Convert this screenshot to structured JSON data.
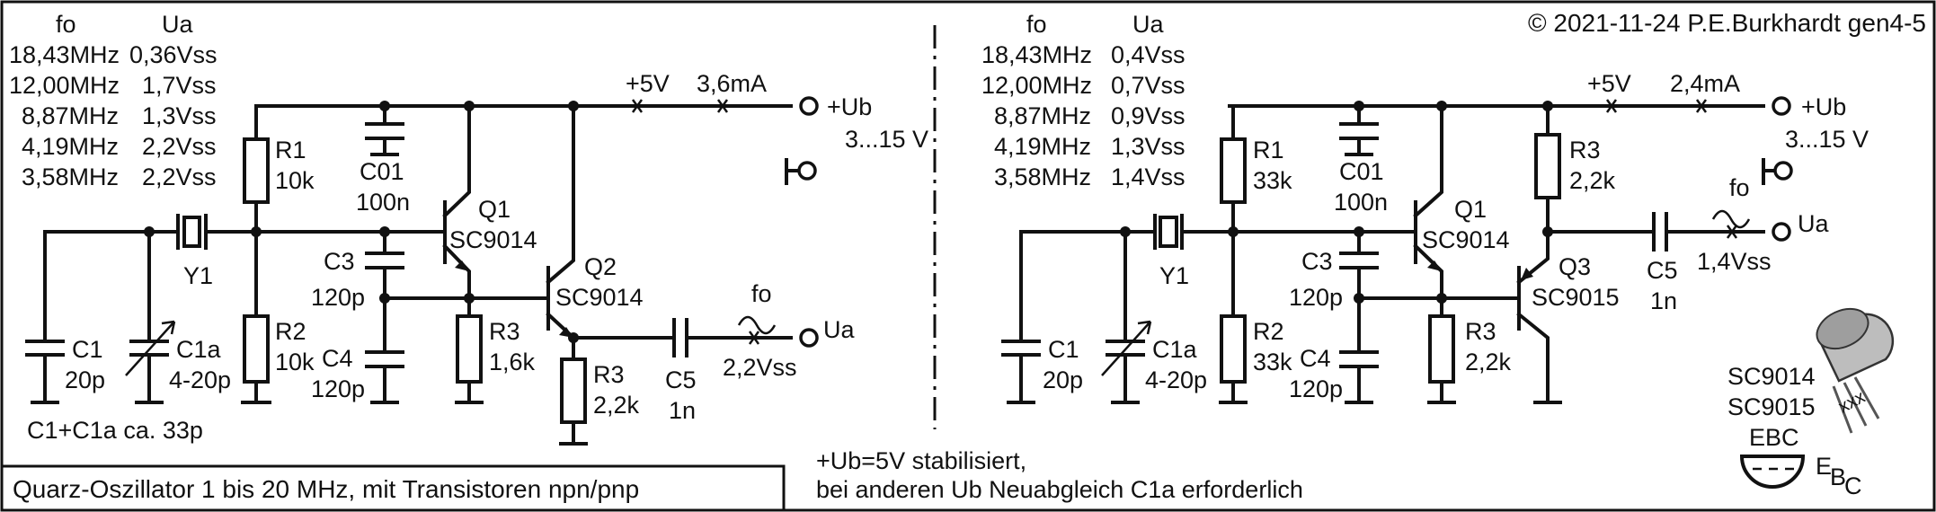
{
  "copyright": "© 2021-11-24 P.E.Burkhardt gen4-5",
  "title_box": "Quarz-Oszillator 1 bis 20 MHz, mit Transistoren npn/pnp",
  "note": {
    "line1": "+Ub=5V stabilisiert,",
    "line2": "bei anderen Ub Neuabgleich C1a erforderlich"
  },
  "left": {
    "table_head": {
      "fo": "fo",
      "ua": "Ua"
    },
    "table": [
      {
        "fo": "18,43MHz",
        "ua": "0,36Vss"
      },
      {
        "fo": "12,00MHz",
        "ua": "1,7Vss"
      },
      {
        "fo": "8,87MHz",
        "ua": "1,3Vss"
      },
      {
        "fo": "4,19MHz",
        "ua": "2,2Vss"
      },
      {
        "fo": "3,58MHz",
        "ua": "2,2Vss"
      }
    ],
    "supply_v": "+5V",
    "supply_i": "3,6mA",
    "ub": "+Ub",
    "ub_range": "3...15 V",
    "r1": {
      "name": "R1",
      "value": "10k"
    },
    "c01": {
      "name": "C01",
      "value": "100n"
    },
    "q1": {
      "name": "Q1",
      "type": "SC9014"
    },
    "q2": {
      "name": "Q2",
      "type": "SC9014"
    },
    "y1": "Y1",
    "c3": {
      "name": "C3",
      "value": "120p"
    },
    "c4": {
      "name": "C4",
      "value": "120p"
    },
    "r2": {
      "name": "R2",
      "value": "10k"
    },
    "r3": {
      "name": "R3",
      "value": "1,6k"
    },
    "r3b": {
      "name": "R3",
      "value": "2,2k"
    },
    "c1": {
      "name": "C1",
      "value": "20p"
    },
    "c1a": {
      "name": "C1a",
      "value": "4-20p"
    },
    "c5": {
      "name": "C5",
      "value": "1n"
    },
    "fo": "fo",
    "ua": "Ua",
    "out_v": "2,2Vss",
    "c1_note": "C1+C1a ca. 33p"
  },
  "right": {
    "table_head": {
      "fo": "fo",
      "ua": "Ua"
    },
    "table": [
      {
        "fo": "18,43MHz",
        "ua": "0,4Vss"
      },
      {
        "fo": "12,00MHz",
        "ua": "0,7Vss"
      },
      {
        "fo": "8,87MHz",
        "ua": "0,9Vss"
      },
      {
        "fo": "4,19MHz",
        "ua": "1,3Vss"
      },
      {
        "fo": "3,58MHz",
        "ua": "1,4Vss"
      }
    ],
    "supply_v": "+5V",
    "supply_i": "2,4mA",
    "ub": "+Ub",
    "ub_range": "3...15 V",
    "r1": {
      "name": "R1",
      "value": "33k"
    },
    "c01": {
      "name": "C01",
      "value": "100n"
    },
    "q1": {
      "name": "Q1",
      "type": "SC9014"
    },
    "q3": {
      "name": "Q3",
      "type": "SC9015"
    },
    "r3top": {
      "name": "R3",
      "value": "2,2k"
    },
    "y1": "Y1",
    "c3": {
      "name": "C3",
      "value": "120p"
    },
    "c4": {
      "name": "C4",
      "value": "120p"
    },
    "r2": {
      "name": "R2",
      "value": "33k"
    },
    "r3": {
      "name": "R3",
      "value": "2,2k"
    },
    "c1": {
      "name": "C1",
      "value": "20p"
    },
    "c1a": {
      "name": "C1a",
      "value": "4-20p"
    },
    "c5": {
      "name": "C5",
      "value": "1n"
    },
    "fo": "fo",
    "ua": "Ua",
    "out_v": "1,4Vss"
  },
  "pinout": {
    "part1": "SC9014",
    "part2": "SC9015",
    "pins": "EBC",
    "pin_e": "E",
    "pin_b": "B",
    "pin_c": "C",
    "marking": "xxx"
  }
}
